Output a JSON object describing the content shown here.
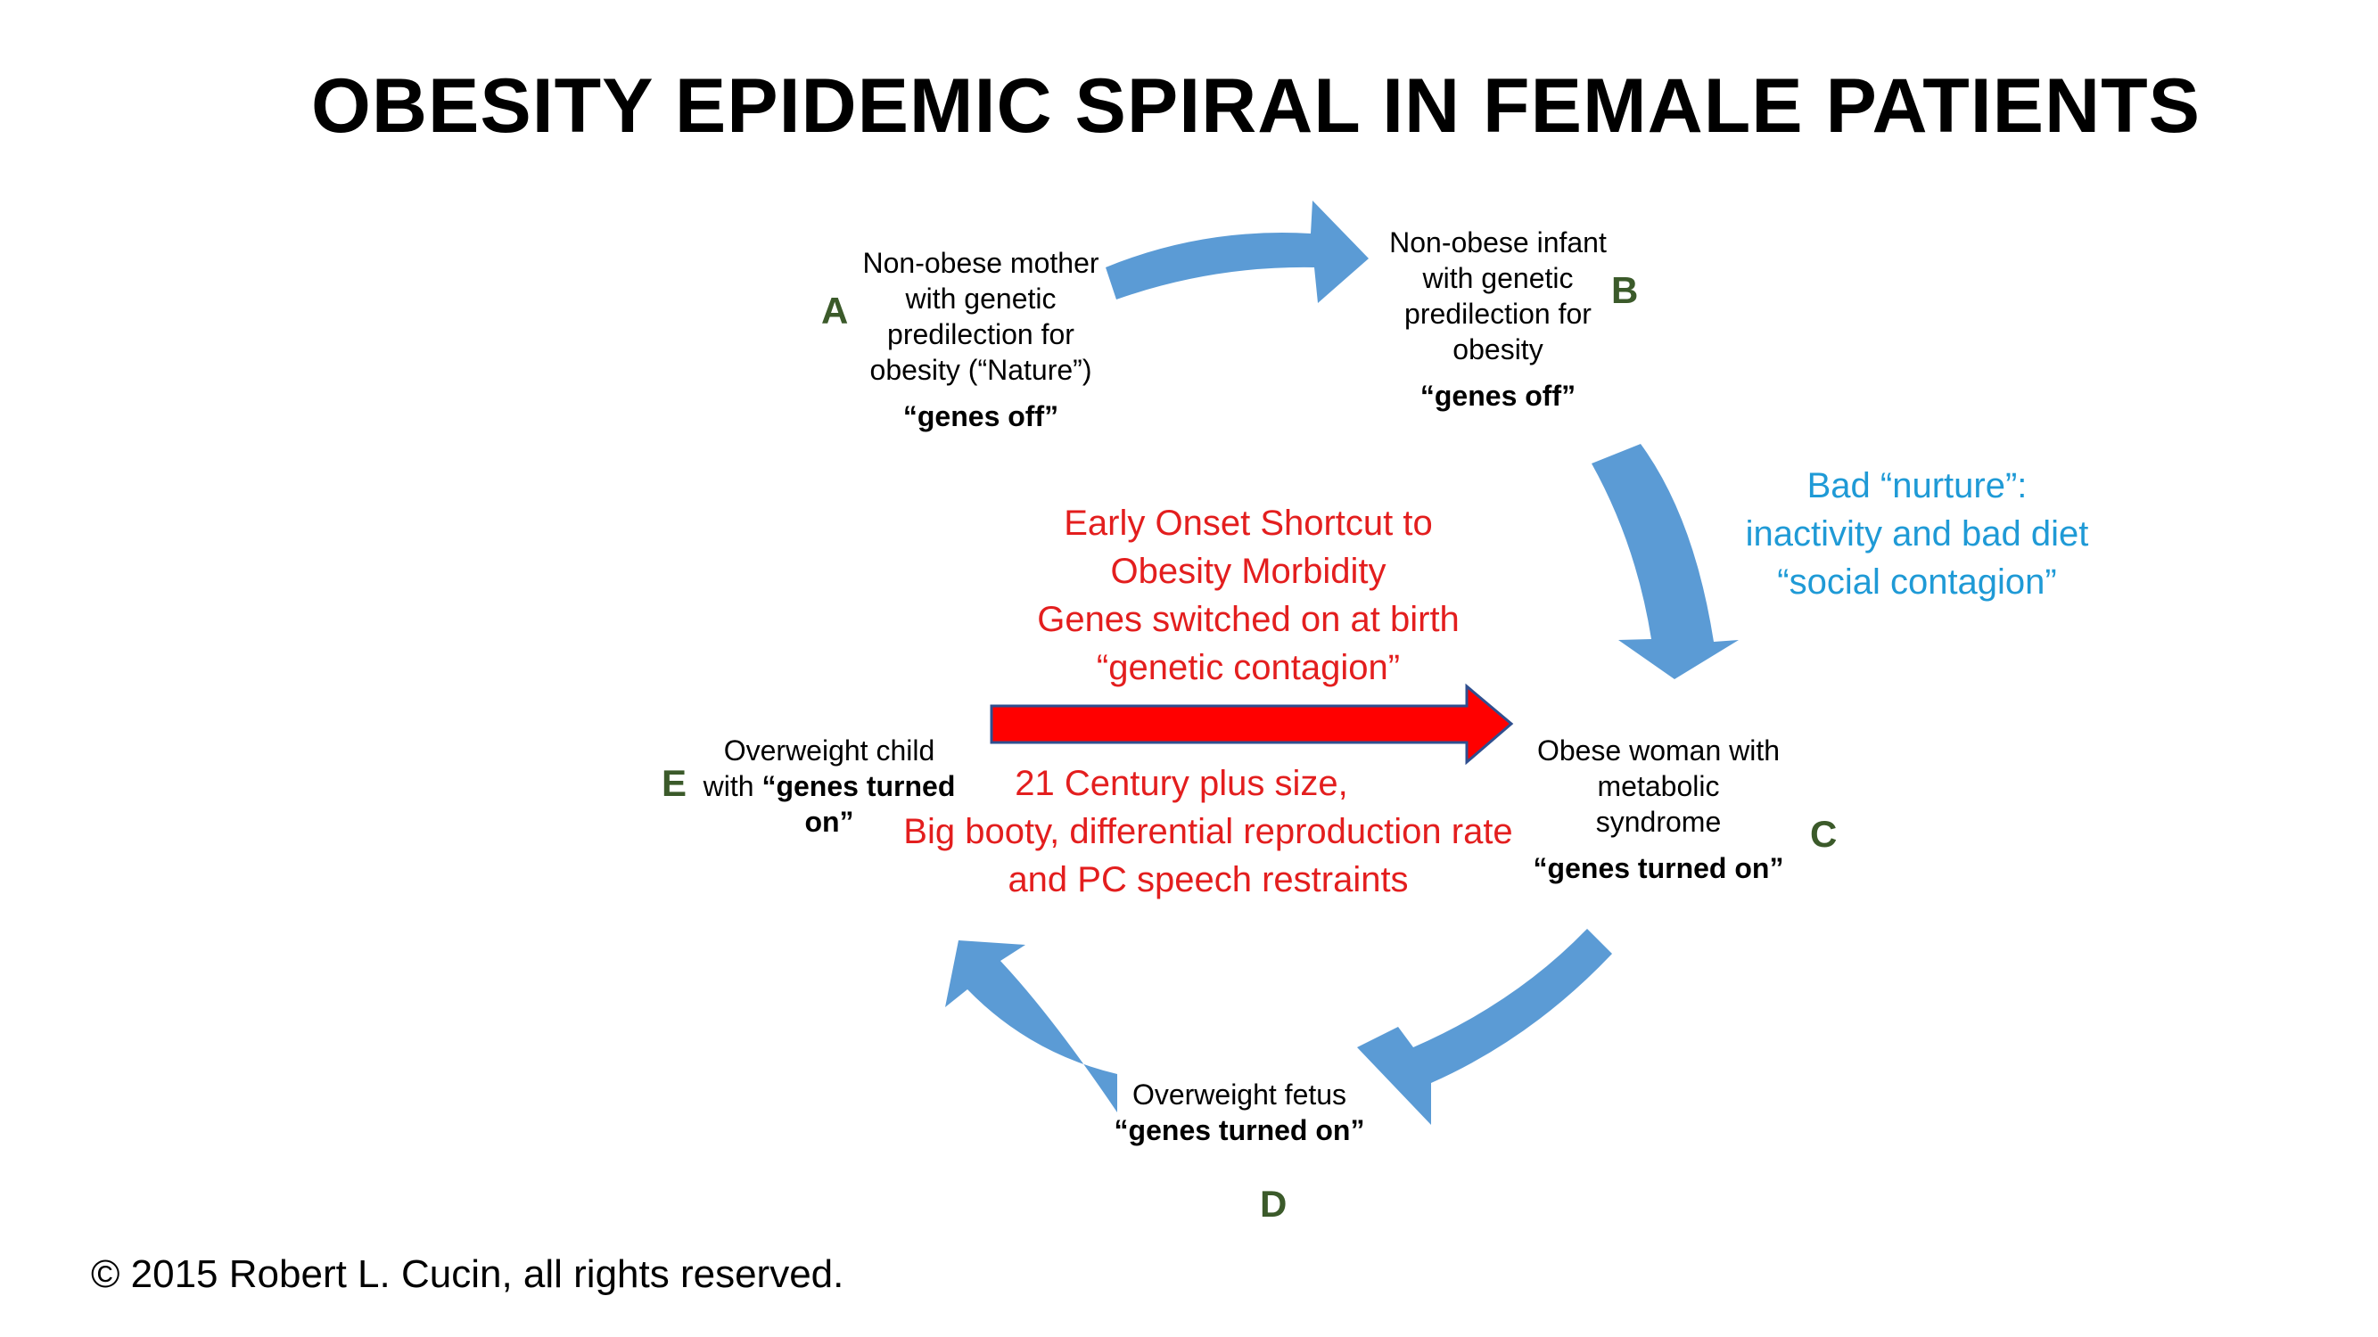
{
  "title": "OBESITY EPIDEMIC SPIRAL IN FEMALE PATIENTS",
  "nodes": {
    "a": {
      "letter": "A",
      "lines": [
        "Non-obese mother",
        "with genetic",
        "predilection for",
        "obesity (“Nature”)"
      ],
      "genes": "“genes off”"
    },
    "b": {
      "letter": "B",
      "lines": [
        "Non-obese infant",
        "with genetic",
        "predilection for",
        "obesity"
      ],
      "genes": "“genes off”"
    },
    "c": {
      "letter": "C",
      "lines": [
        "Obese woman with",
        "metabolic",
        "syndrome"
      ],
      "genes": "“genes turned on”"
    },
    "d": {
      "letter": "D",
      "lines": [
        "Overweight fetus"
      ],
      "genes": "“genes turned on”"
    },
    "e": {
      "letter": "E",
      "line1": "Overweight child",
      "line2_prefix": "with ",
      "line2_bold": "“genes turned",
      "line3_bold": "on”"
    }
  },
  "shortcut": {
    "lines": [
      "Early Onset  Shortcut to",
      "Obesity Morbidity",
      "Genes switched on at birth",
      "“genetic contagion”"
    ]
  },
  "century": {
    "lines": [
      "21 Century plus size,",
      "Big booty, differential reproduction rate",
      "and PC speech restraints"
    ]
  },
  "nurture": {
    "lines": [
      "Bad “nurture”:",
      "inactivity and bad diet",
      "“social contagion”"
    ]
  },
  "colors": {
    "cycle_arrow": "#5b9bd5",
    "shortcut_arrow_fill": "#ff0000",
    "shortcut_arrow_stroke": "#2f4f8f",
    "red_text": "#e31e1e",
    "blue_text": "#1f9ad6",
    "letters": "#3b5a2a"
  },
  "copyright": "© 2015 Robert L. Cucin, all rights reserved."
}
